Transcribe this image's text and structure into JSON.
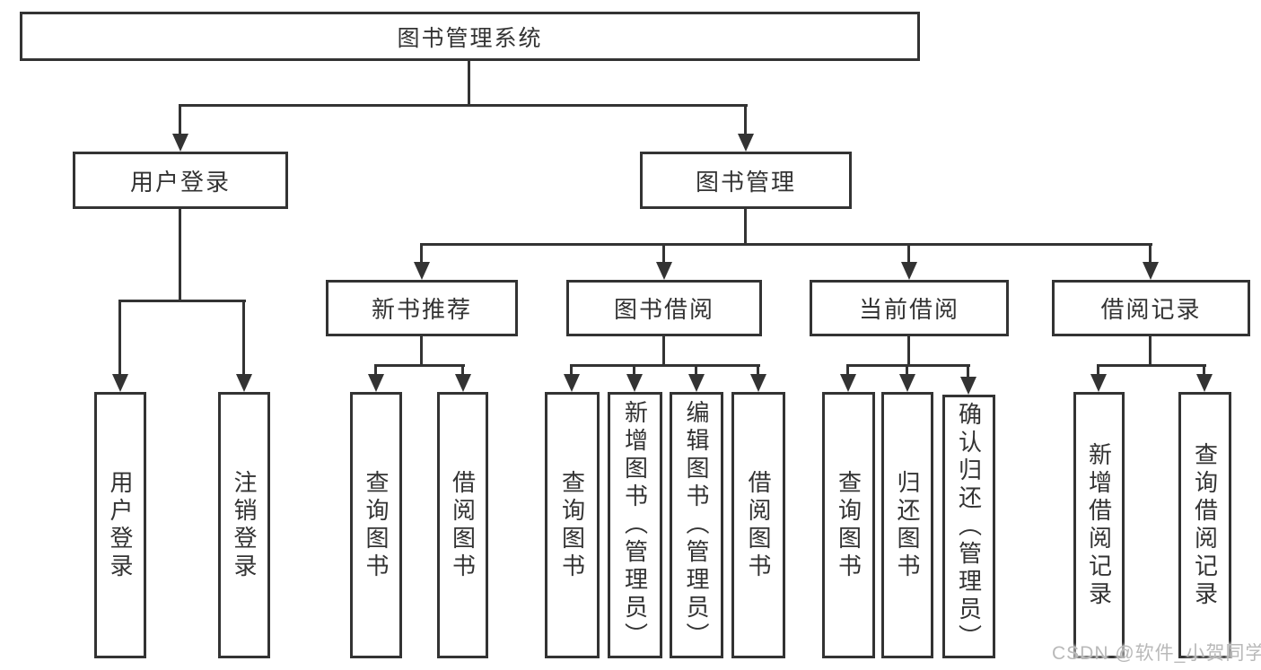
{
  "diagram": {
    "root": {
      "label": "图书管理系统"
    },
    "level2": [
      {
        "label": "用户登录"
      },
      {
        "label": "图书管理"
      }
    ],
    "level3": [
      {
        "label": "新书推荐"
      },
      {
        "label": "图书借阅"
      },
      {
        "label": "当前借阅"
      },
      {
        "label": "借阅记录"
      }
    ],
    "leaves": {
      "user_login": [
        "用户登录",
        "注销登录"
      ],
      "new_book": [
        "查询图书",
        "借阅图书"
      ],
      "book_borrow": [
        "查询图书",
        "新增图书（管理员）",
        "编辑图书（管理员）",
        "借阅图书"
      ],
      "current_borrow": [
        "查询图书",
        "归还图书",
        "确认归还（管理员）"
      ],
      "borrow_records": [
        "新增借阅记录",
        "查询借阅记录"
      ]
    }
  },
  "watermark": {
    "text": "CSDN @软件_小贺同学"
  },
  "colors": {
    "line": "#333333",
    "text": "#333333",
    "bg": "#ffffff",
    "watermark": "#b9b9b9"
  }
}
